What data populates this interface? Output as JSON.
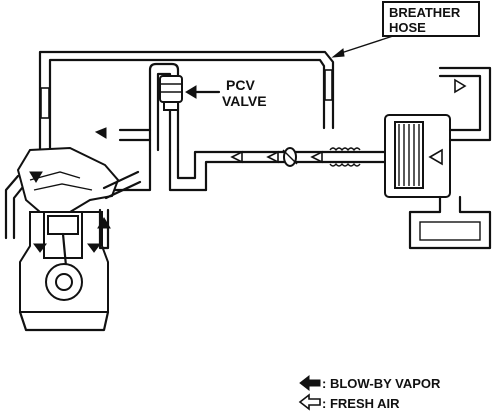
{
  "labels": {
    "breather_hose_line1": "BREATHER",
    "breather_hose_line2": "HOSE",
    "pcv_line1": "PCV",
    "pcv_line2": "VALVE"
  },
  "legend": {
    "blow_by": ": BLOW-BY VAPOR",
    "fresh_air": ": FRESH AIR"
  },
  "colors": {
    "ink": "#111111",
    "paper": "#ffffff"
  }
}
